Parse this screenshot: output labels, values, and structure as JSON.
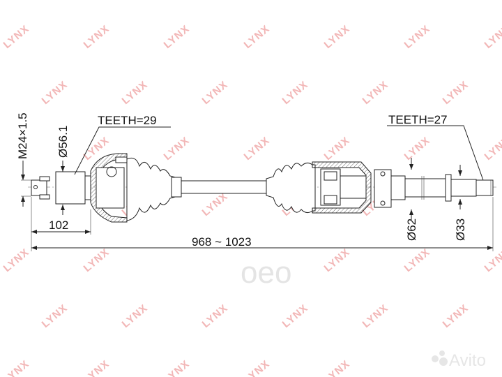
{
  "watermark": {
    "text": "LYNX",
    "color": "#f2b6b6"
  },
  "logos": {
    "center": "oeo",
    "avito": "Avito"
  },
  "dimensions": {
    "thread": "M24×1.5",
    "outer_diameter": "Ø56.1",
    "outer_teeth": "TEETH=29",
    "outer_length": "102",
    "total_length": "968 ~ 1023",
    "inner_teeth": "TEETH=27",
    "inner_diameter": "Ø62",
    "spline_diameter": "Ø33"
  }
}
